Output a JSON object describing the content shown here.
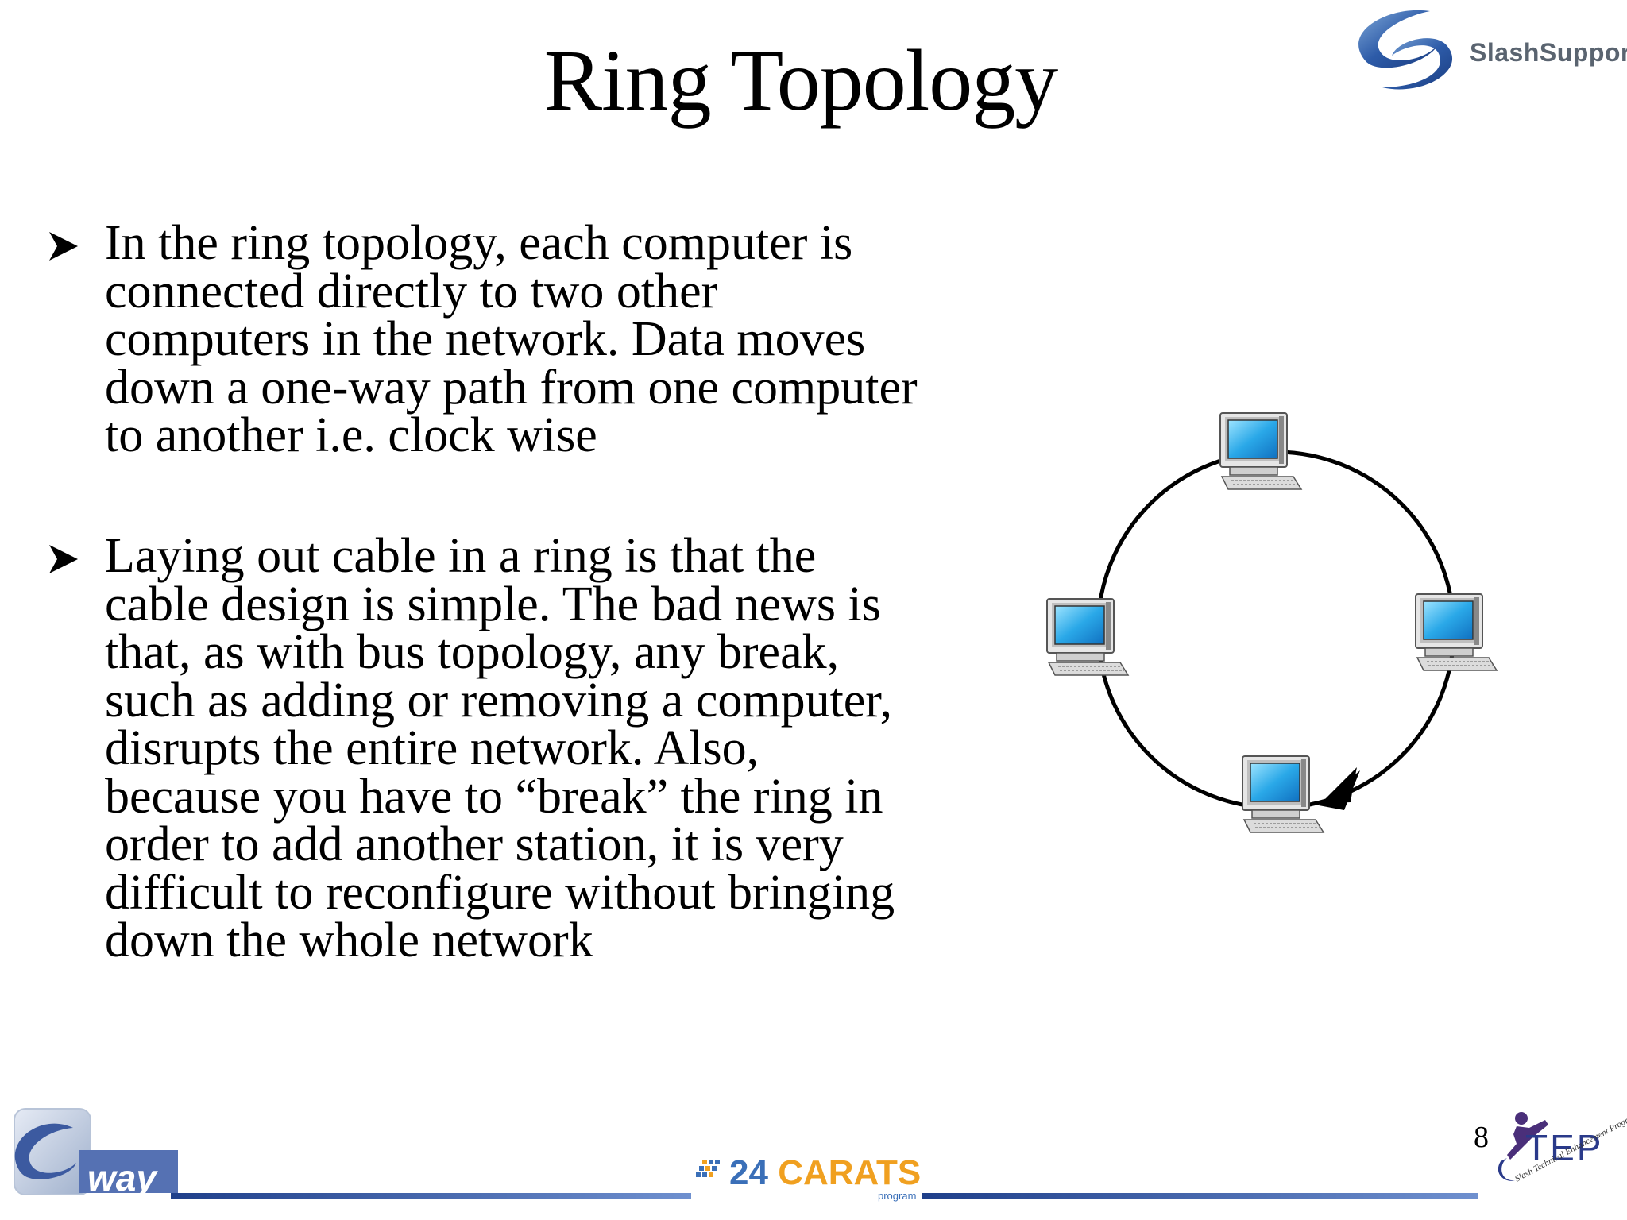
{
  "slide": {
    "title": "Ring Topology",
    "page_number": "8"
  },
  "bullets": [
    {
      "lines": [
        "In the ring topology, each computer is",
        "connected directly to two other",
        "computers in the network. Data moves",
        "down a one-way path from one computer",
        "to another i.e. clock wise"
      ]
    },
    {
      "lines": [
        "Laying out cable in a ring is that the",
        "cable design is simple. The bad news is",
        "that, as with bus topology, any break,",
        "such as adding or removing a computer,",
        "disrupts the entire network. Also,",
        "because you have to “break” the ring in",
        "order to add another station, it is very",
        "difficult to reconfigure without bringing",
        "down the whole network"
      ]
    }
  ],
  "logos": {
    "top_right": "SlashSupport",
    "bottom_left": "way",
    "bottom_center_number": "24",
    "bottom_center_word": "CARATS",
    "bottom_center_sub": "program",
    "bottom_right": "TEP",
    "bottom_right_sub": "Slash Technical Enhancement Program"
  },
  "colors": {
    "accent_blue": "#3a6fb8",
    "accent_orange": "#f0a020",
    "footer_line": "#4a6fb0",
    "monitor_screen": "#2aa8e8"
  },
  "icons": [
    "bullet-arrow-icon",
    "computer-icon",
    "slashsupport-logo-icon",
    "sway-logo-icon",
    "24carats-logo-icon",
    "step-logo-icon"
  ]
}
